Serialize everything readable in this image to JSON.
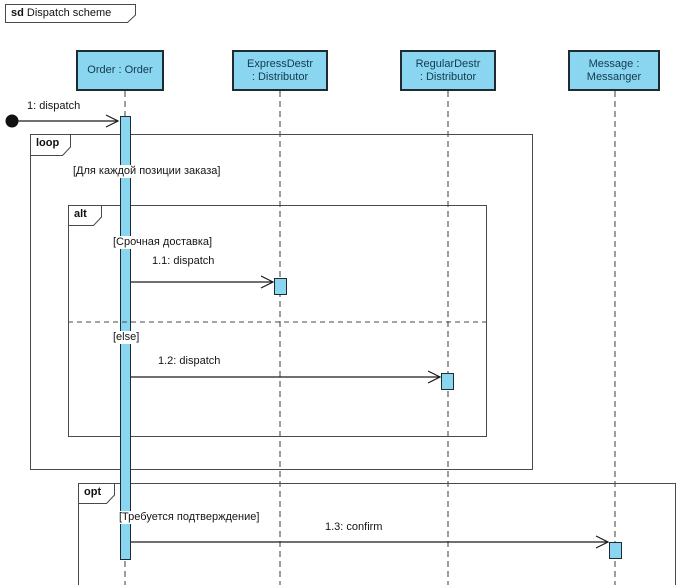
{
  "title": {
    "keyword": "sd",
    "name": "Dispatch scheme"
  },
  "lifelines": [
    {
      "line1": "Order : Order",
      "line2": ""
    },
    {
      "line1": "ExpressDestr",
      "line2": ": Distributor"
    },
    {
      "line1": "RegularDestr",
      "line2": ": Distributor"
    },
    {
      "line1": "Message :",
      "line2": "Messanger"
    }
  ],
  "messages": {
    "m1": "1: dispatch",
    "m11": "1.1: dispatch",
    "m12": "1.2: dispatch",
    "m13": "1.3: confirm"
  },
  "frames": {
    "loop": {
      "operator": "loop",
      "guard": "[Для каждой позиции заказа]"
    },
    "alt": {
      "operator": "alt",
      "guard_if": "[Срочная доставка]",
      "guard_else": "[else]"
    },
    "opt": {
      "operator": "opt",
      "guard": "[Требуется подтверждение]"
    }
  },
  "colors": {
    "element_fill": "#8ad6f0",
    "element_border": "#1e2b33",
    "frame_border": "#4a4a4a",
    "text": "#123a4d"
  }
}
